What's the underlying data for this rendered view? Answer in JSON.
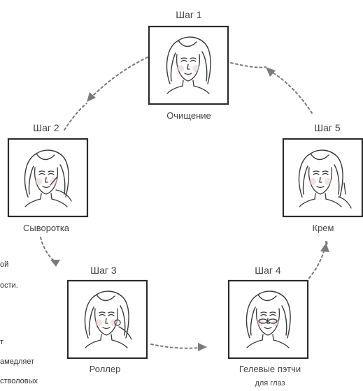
{
  "steps": [
    {
      "step": "Шаг 1",
      "name": "Очищение",
      "name2": ""
    },
    {
      "step": "Шаг 2",
      "name": "Сыворотка",
      "name2": ""
    },
    {
      "step": "Шаг 3",
      "name": "Роллер",
      "name2": ""
    },
    {
      "step": "Шаг 4",
      "name": "Гелевые пэтчи",
      "name2": "для глаз"
    },
    {
      "step": "Шаг 5",
      "name": "Крем",
      "name2": ""
    }
  ],
  "side_text": [
    "ой",
    "ости.",
    "т",
    "амедляет",
    "стволовых"
  ],
  "colors": {
    "frame": "#2b2b2b",
    "arrow": "#7a7a7a",
    "text": "#444444",
    "blush": "#e9c6c6"
  }
}
